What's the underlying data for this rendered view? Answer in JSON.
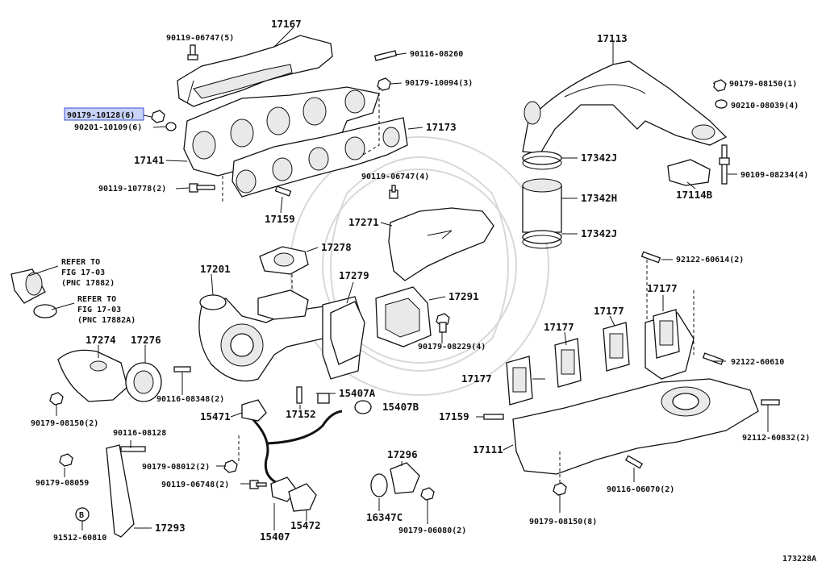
{
  "diagram_id": "173228A",
  "highlighted_part": "90179-10128(6)",
  "labels": {
    "l17167": "17167",
    "l90119_06747_5": "90119-06747(5)",
    "l90116_08260": "90116-08260",
    "l90179_10094_3": "90179-10094(3)",
    "l90179_10128_6": "90179-10128(6)",
    "l90201_10109_6": "90201-10109(6)",
    "l17173": "17173",
    "l17141": "17141",
    "l90119_06747_4": "90119-06747(4)",
    "l90119_10778_2": "90119-10778(2)",
    "l17159a": "17159",
    "l17271": "17271",
    "l17278": "17278",
    "l17113": "17113",
    "l90179_08150_1": "90179-08150(1)",
    "l90210_08039_4": "90210-08039(4)",
    "l17342j_a": "17342J",
    "l90109_08234_4": "90109-08234(4)",
    "l17114b": "17114B",
    "l17342h": "17342H",
    "l17342j_b": "17342J",
    "l92122_60614_2": "92122-60614(2)",
    "refer1_a": "REFER TO",
    "refer1_b": "FIG 17-03",
    "refer1_c": "(PNC 17882)",
    "refer2_a": "REFER TO",
    "refer2_b": "FIG 17-03",
    "refer2_c": "(PNC 17882A)",
    "l17201": "17201",
    "l17279": "17279",
    "l17291": "17291",
    "l17177a": "17177",
    "l17177b": "17177",
    "l17177c": "17177",
    "l17177d": "17177",
    "l90179_08229_4": "90179-08229(4)",
    "l92122_60610": "92122-60610",
    "l17274": "17274",
    "l17276": "17276",
    "l90116_08348_2": "90116-08348(2)",
    "l15407a": "15407A",
    "l15407b": "15407B",
    "l17152": "17152",
    "l15471": "15471",
    "l17159b": "17159",
    "l92112_60832_2": "92112-60832(2)",
    "l90179_08150_2": "90179-08150(2)",
    "l90116_08128": "90116-08128",
    "l90179_08012_2": "90179-08012(2)",
    "l17296": "17296",
    "l17111": "17111",
    "l90179_08059": "90179-08059",
    "l90119_06748_2": "90119-06748(2)",
    "l90116_06070_2": "90116-06070(2)",
    "l16347c": "16347C",
    "l90179_08150_8": "90179-08150(8)",
    "l17293": "17293",
    "l91512_60810": "91512-60810",
    "l15407": "15407",
    "l15472": "15472",
    "l90179_06080_2": "90179-06080(2)",
    "circled_b": "B",
    "footer_code": "173228A"
  }
}
